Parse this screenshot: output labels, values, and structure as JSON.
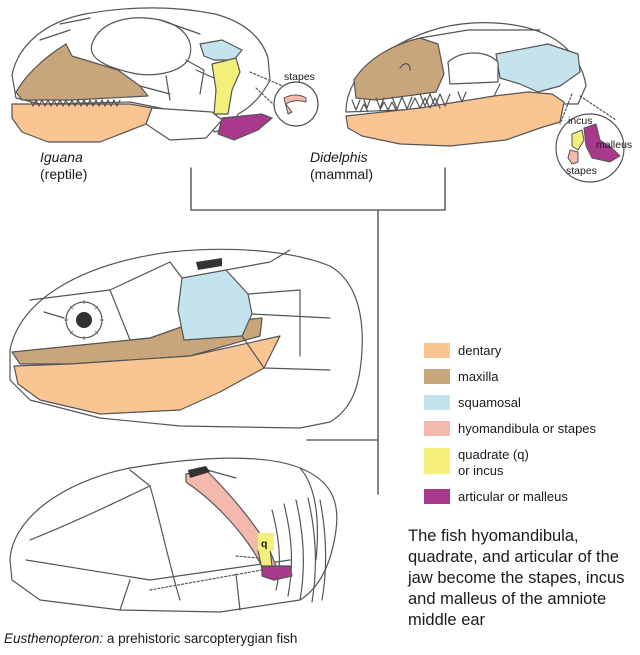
{
  "colors": {
    "dentary": "#fbc493",
    "maxilla": "#c8a57a",
    "squamosal": "#c4e3ec",
    "stapes": "#f5b8ad",
    "quadrate": "#f4ee7a",
    "articular": "#a9398d",
    "line": "#555555",
    "bone_fill": "#ffffff"
  },
  "iguana": {
    "genus": "Iguana",
    "group": "(reptile)",
    "callout": "stapes"
  },
  "didelphis": {
    "genus": "Didelphis",
    "group": "(mammal)",
    "callout_incus": "incus",
    "callout_malleus": "malleus",
    "callout_stapes": "stapes"
  },
  "fish": {
    "quadrate_tag": "q",
    "caption_genus": "Eusthenopteron:",
    "caption_rest": "a prehistoric sarcopterygian fish"
  },
  "legend": [
    {
      "key": "dentary",
      "label": "dentary"
    },
    {
      "key": "maxilla",
      "label": "maxilla"
    },
    {
      "key": "squamosal",
      "label": "squamosal"
    },
    {
      "key": "stapes",
      "label": "hyomandibula or stapes"
    },
    {
      "key": "quadrate",
      "label": "quadrate (q)\nor incus"
    },
    {
      "key": "articular",
      "label": "articular or malleus"
    }
  ],
  "caption": "The fish hyomandibula, quadrate, and articular of the jaw become the stapes, incus and malleus of the amniote middle ear"
}
